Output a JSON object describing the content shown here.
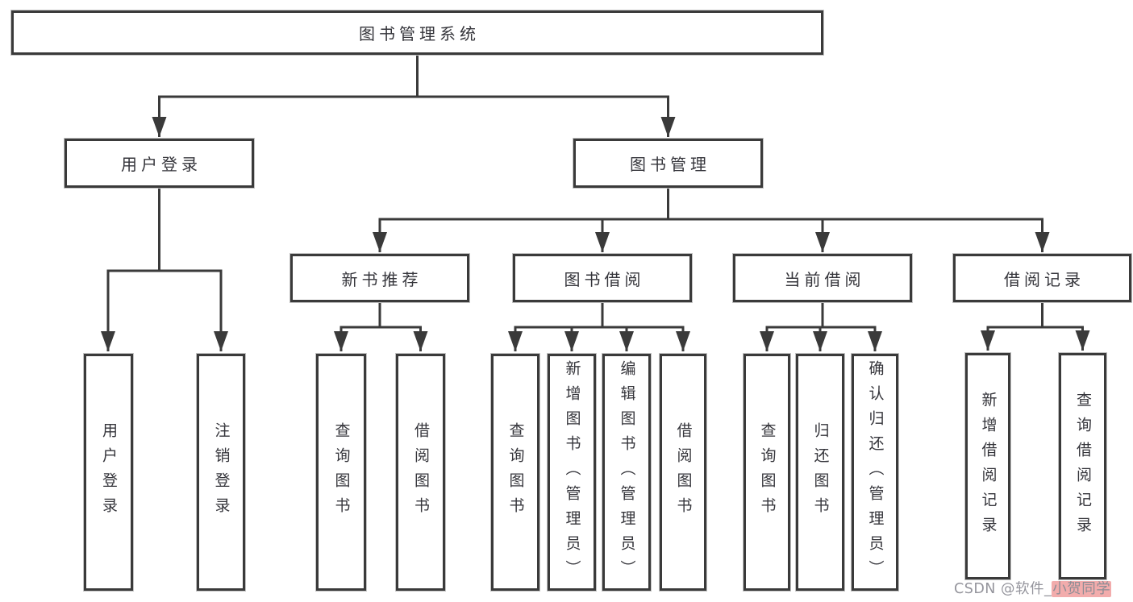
{
  "diagram": {
    "root": "图书管理系统",
    "level2": {
      "user_login": "用户登录",
      "book_mgmt": "图书管理"
    },
    "level3": {
      "new_books": "新书推荐",
      "book_borrow": "图书借阅",
      "current_borrow": "当前借阅",
      "borrow_records": "借阅记录"
    },
    "level4": {
      "ul1": "用户登录",
      "ul2": "注销登录",
      "nb1": "查询图书",
      "nb2": "借阅图书",
      "bb1": "查询图书",
      "bb2": "新增图书（管理员）",
      "bb3": "编辑图书（管理员）",
      "bb4": "借阅图书",
      "cb1": "查询图书",
      "cb2": "归还图书",
      "cb3": "确认归还（管理员）",
      "br1": "新增借阅记录",
      "br2": "查询借阅记录"
    }
  },
  "watermark": {
    "prefix": "CSDN @软件_",
    "suffix": "小贺同学"
  },
  "colors": {
    "line": "#3a3a3a",
    "text": "#35353b",
    "background": "#ffffff",
    "watermark_text": "#94949c",
    "watermark_highlight": "#e76868"
  }
}
